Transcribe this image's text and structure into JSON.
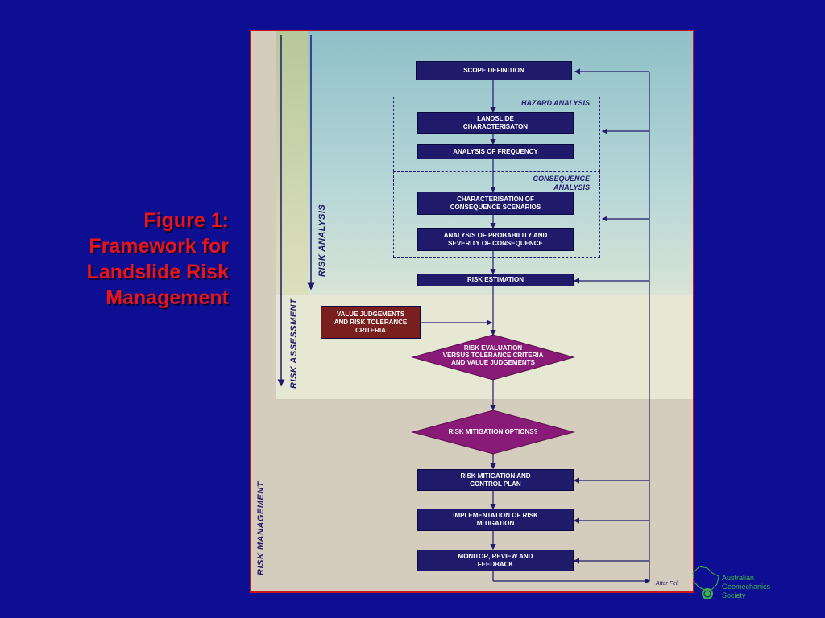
{
  "title_lines": [
    "Figure 1:",
    "Framework for",
    "Landslide Risk",
    "Management"
  ],
  "bands": {
    "analysis": "RISK ANALYSIS",
    "assessment": "RISK ASSESSMENT",
    "management": "RISK MANAGEMENT"
  },
  "groups": {
    "hazard": "HAZARD ANALYSIS",
    "consequence_line1": "CONSEQUENCE",
    "consequence_line2": "ANALYSIS"
  },
  "nodes": {
    "scope": "SCOPE DEFINITION",
    "characterisation_1": "LANDSLIDE",
    "characterisation_2": "CHARACTERISATON",
    "frequency": "ANALYSIS OF FREQUENCY",
    "scenarios_1": "CHARACTERISATION OF",
    "scenarios_2": "CONSEQUENCE SCENARIOS",
    "probability_1": "ANALYSIS OF PROBABILITY AND",
    "probability_2": "SEVERITY OF CONSEQUENCE",
    "estimation": "RISK ESTIMATION",
    "value_1": "VALUE JUDGEMENTS",
    "value_2": "AND RISK TOLERANCE",
    "value_3": "CRITERIA",
    "evaluation_1": "RISK EVALUATION",
    "evaluation_2": "VERSUS TOLERANCE CRITERIA",
    "evaluation_3": "AND VALUE JUDGEMENTS",
    "mitigation_options": "RISK MITIGATION OPTIONS?",
    "control_plan_1": "RISK MITIGATION AND",
    "control_plan_2": "CONTROL PLAN",
    "implementation_1": "IMPLEMENTATION OF RISK",
    "implementation_2": "MITIGATION",
    "monitor_1": "MONITOR, REVIEW AND",
    "monitor_2": "FEEDBACK"
  },
  "credit": "After Fell",
  "logo": {
    "line1": "Australian",
    "line2": "Geomechanics",
    "line3": "Society"
  },
  "colors": {
    "background": "#0d0e91",
    "title": "#e8141b",
    "box": "#1f1a6a",
    "box_red": "#7a1f1f",
    "diamond": "#8a1a78",
    "logo": "#3fb24a"
  }
}
